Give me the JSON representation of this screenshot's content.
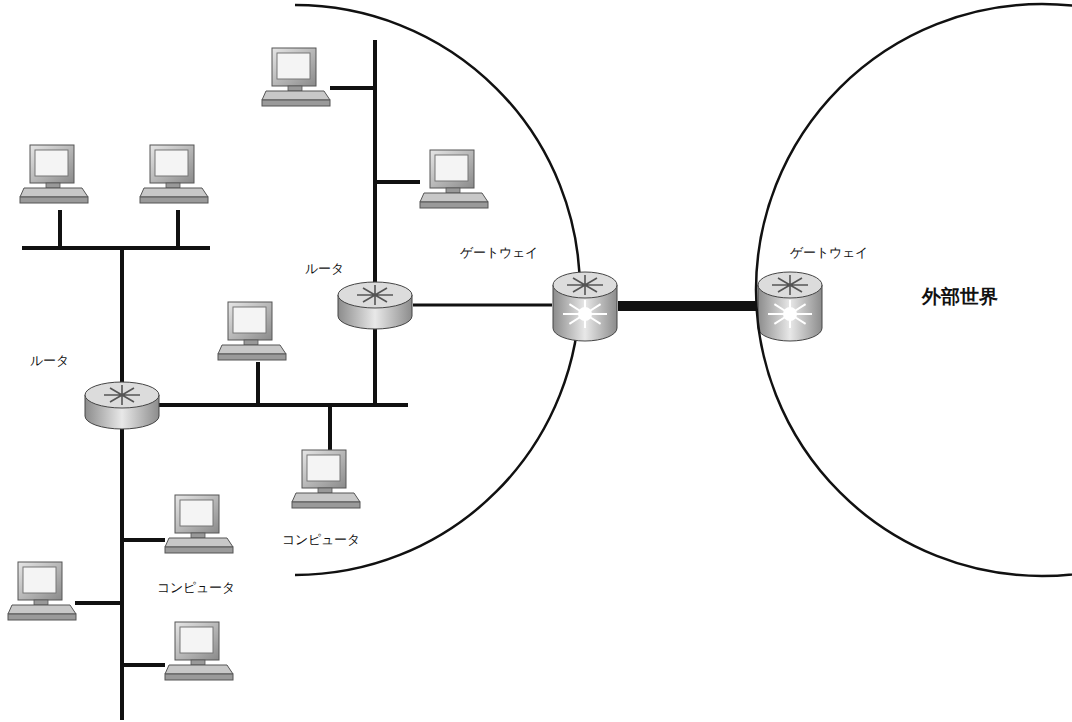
{
  "diagram": {
    "nodes": [
      {
        "text": [
          "ルータ"
        ]
      },
      {
        "text": [
          "ゲートウェイ"
        ]
      },
      {
        "text": [
          "ゲートウェイ"
        ]
      },
      {
        "text": [
          "外部世界"
        ]
      },
      {
        "text": [
          "ルータ"
        ]
      }
    ],
    "edges": [
      {
        "from": 0,
        "to": 1,
        "arrow": "none"
      },
      {
        "from": 1,
        "to": 2,
        "arrow": "none"
      },
      {
        "from": 4,
        "to": 0,
        "arrow": "none"
      }
    ],
    "labels": [
      "コンピュータ",
      "コンピュータ"
    ]
  }
}
